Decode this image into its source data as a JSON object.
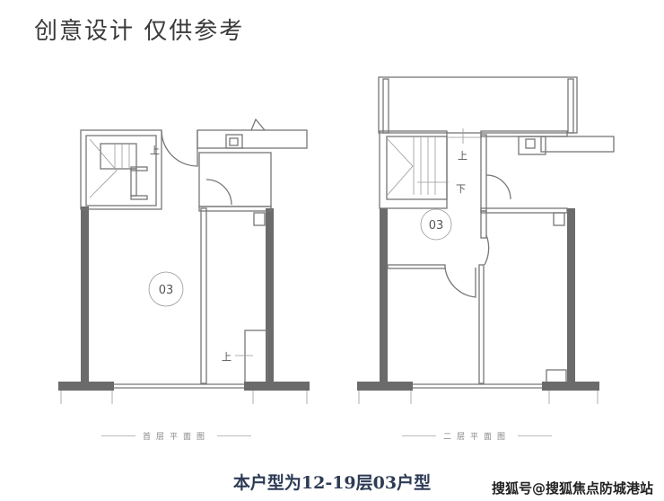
{
  "title": "创意设计 仅供参考",
  "plans": [
    {
      "caption": "首层平面图",
      "unit_label": "03",
      "stair_labels": [
        "上",
        "上"
      ]
    },
    {
      "caption": "二层平面图",
      "unit_label": "03",
      "stair_labels": [
        "上",
        "下"
      ]
    }
  ],
  "subtitle": "本户型为12-19层03户型",
  "watermark": "搜狐号@搜狐焦点防城港站"
}
